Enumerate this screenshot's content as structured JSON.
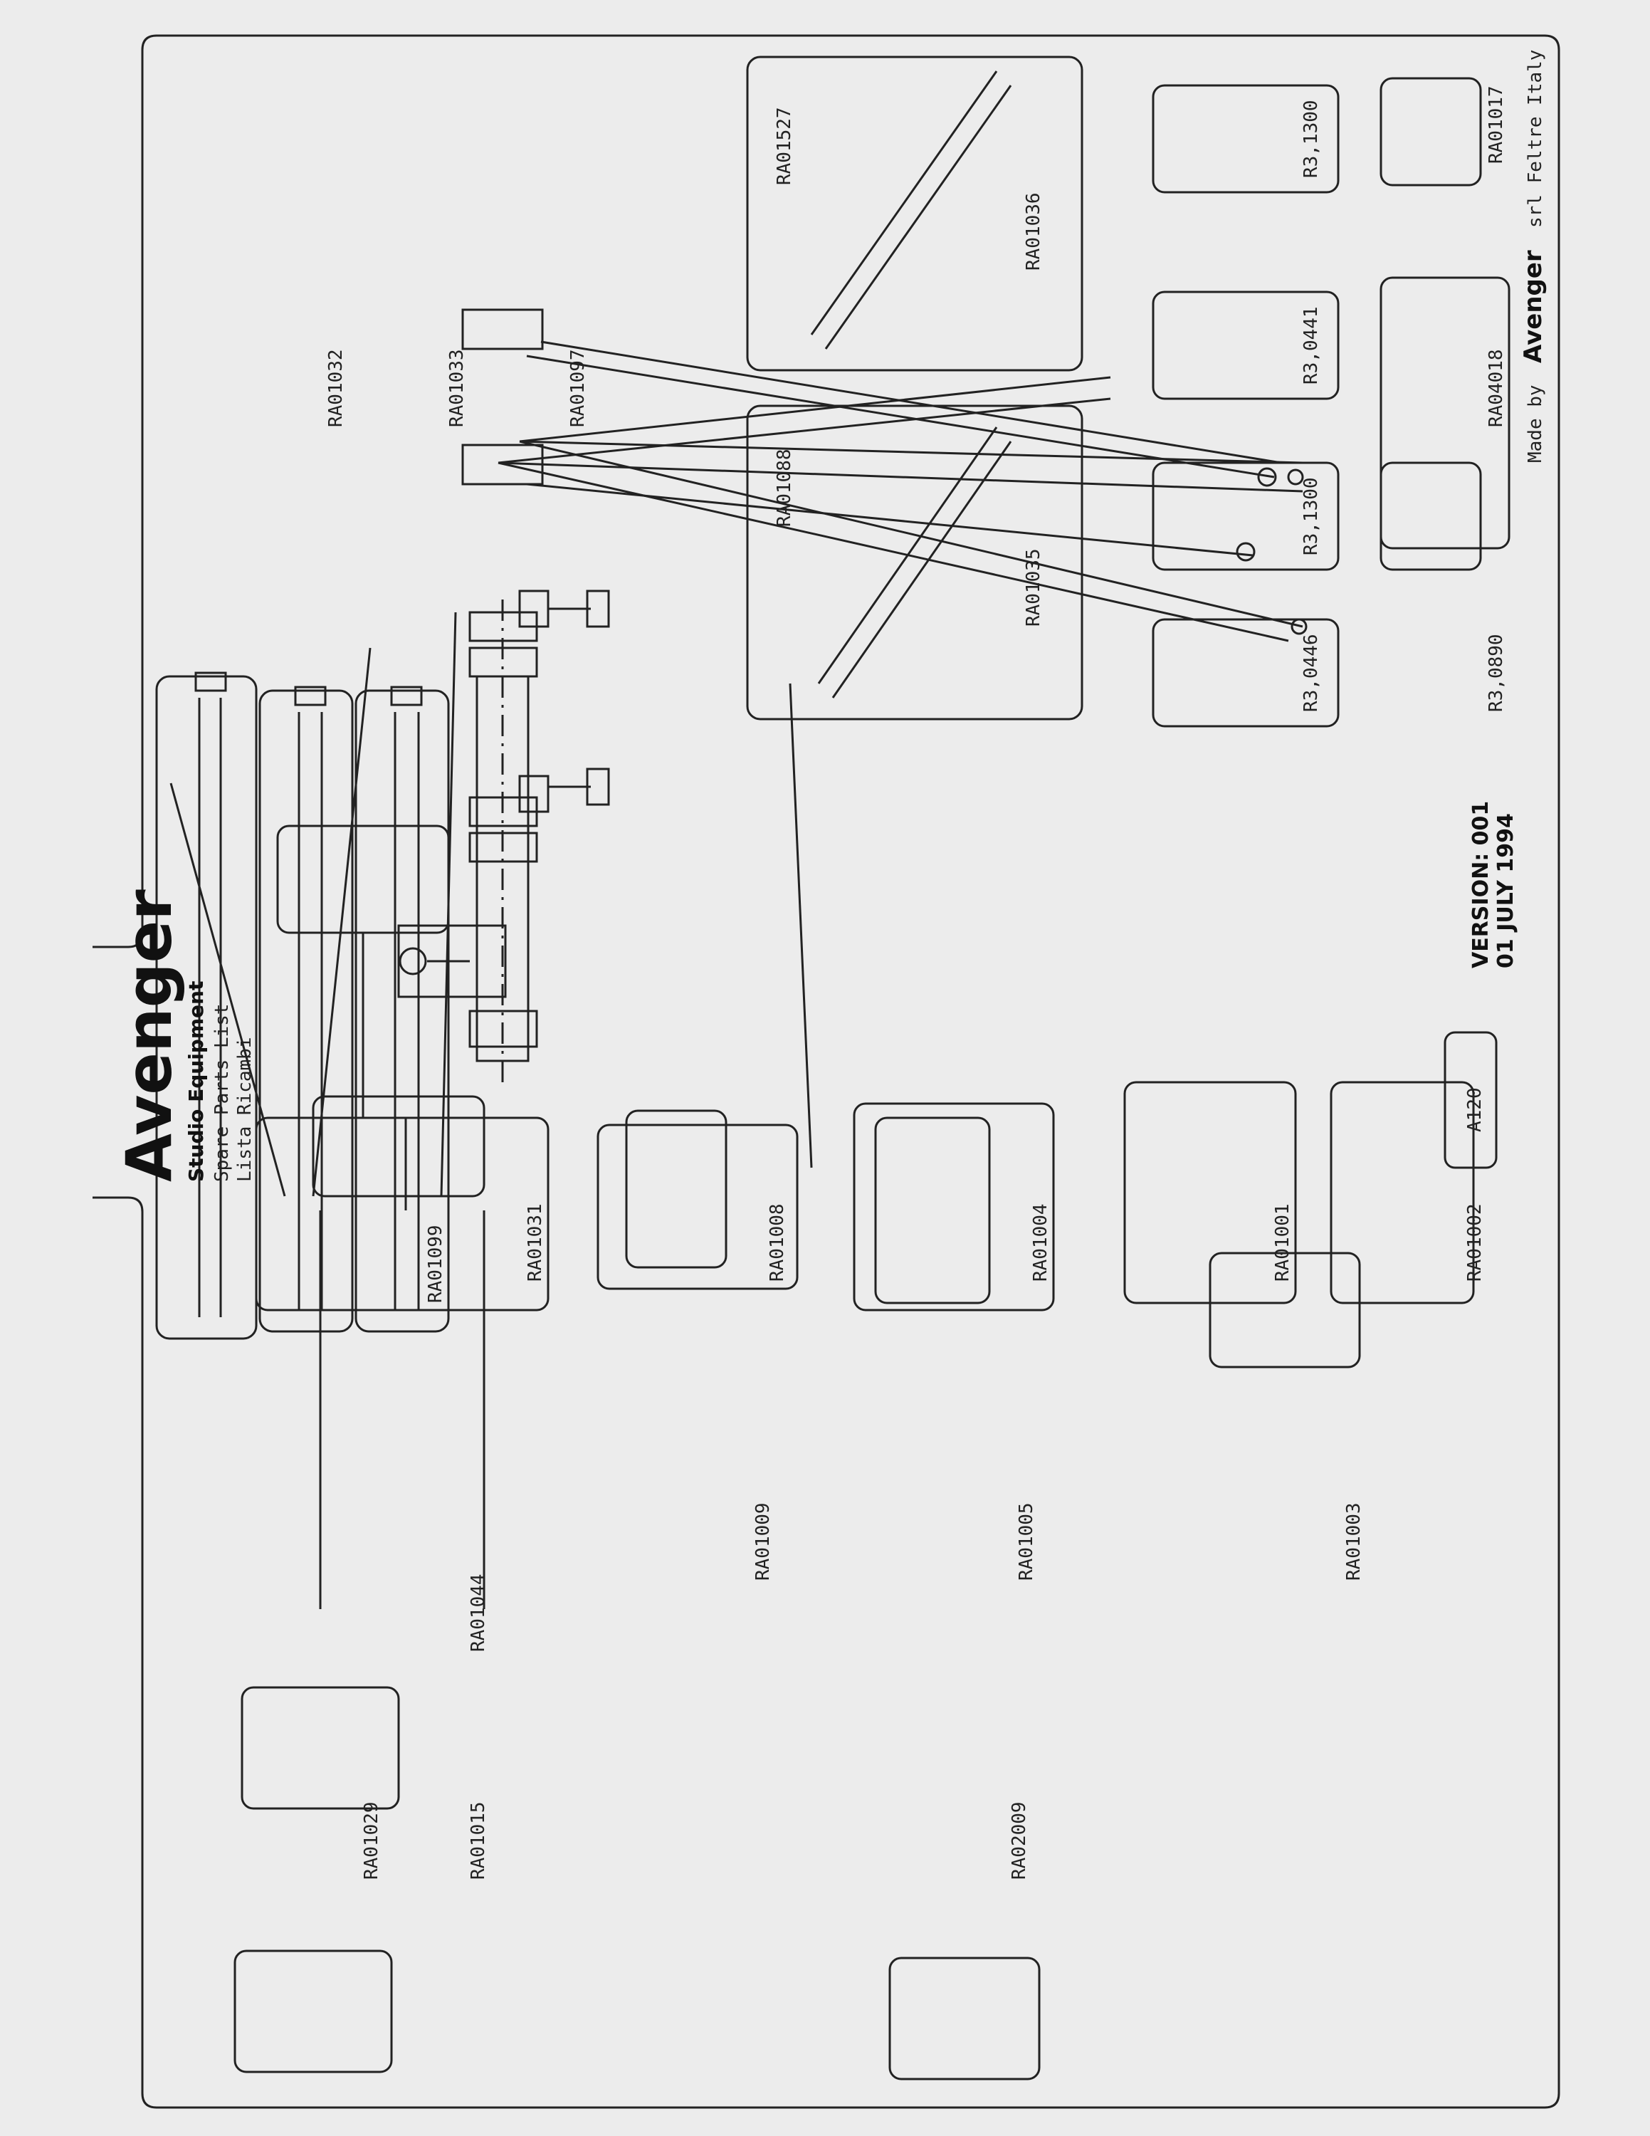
{
  "brand": {
    "name": "Avenger",
    "tagline": "Studio Equipment",
    "subtitle_en": "Spare Parts List",
    "subtitle_it": "Lista Ricambi"
  },
  "model": "A120",
  "version": "VERSION: 001",
  "date": "01 JULY 1994",
  "footer": {
    "made_by": "Made by",
    "company": "Avenger",
    "suffix": "srl Feltre Italy"
  },
  "parts": {
    "tubes": [
      "RA01032",
      "RA01033",
      "RA01097"
    ],
    "leg_1": "RA01035",
    "leg_2": "RA01036",
    "leg_1_part": "RA01088",
    "leg_2_part": "RA01527",
    "r_left": [
      "R3,0446",
      "R3,1300"
    ],
    "r_right": [
      "R3,0441",
      "R3,1300"
    ],
    "r_bottom": "R3,0890",
    "brace": "RA04018",
    "cap": "RA01017",
    "top_row": [
      "RA01099",
      "RA01031",
      "RA01044",
      "RA01029",
      "RA01015"
    ],
    "mid_a": [
      "RA01008",
      "RA01009"
    ],
    "mid_b": [
      "RA01004",
      "RA01005",
      "RA02009"
    ],
    "base": [
      "RA01001",
      "RA01002",
      "RA01003"
    ]
  }
}
